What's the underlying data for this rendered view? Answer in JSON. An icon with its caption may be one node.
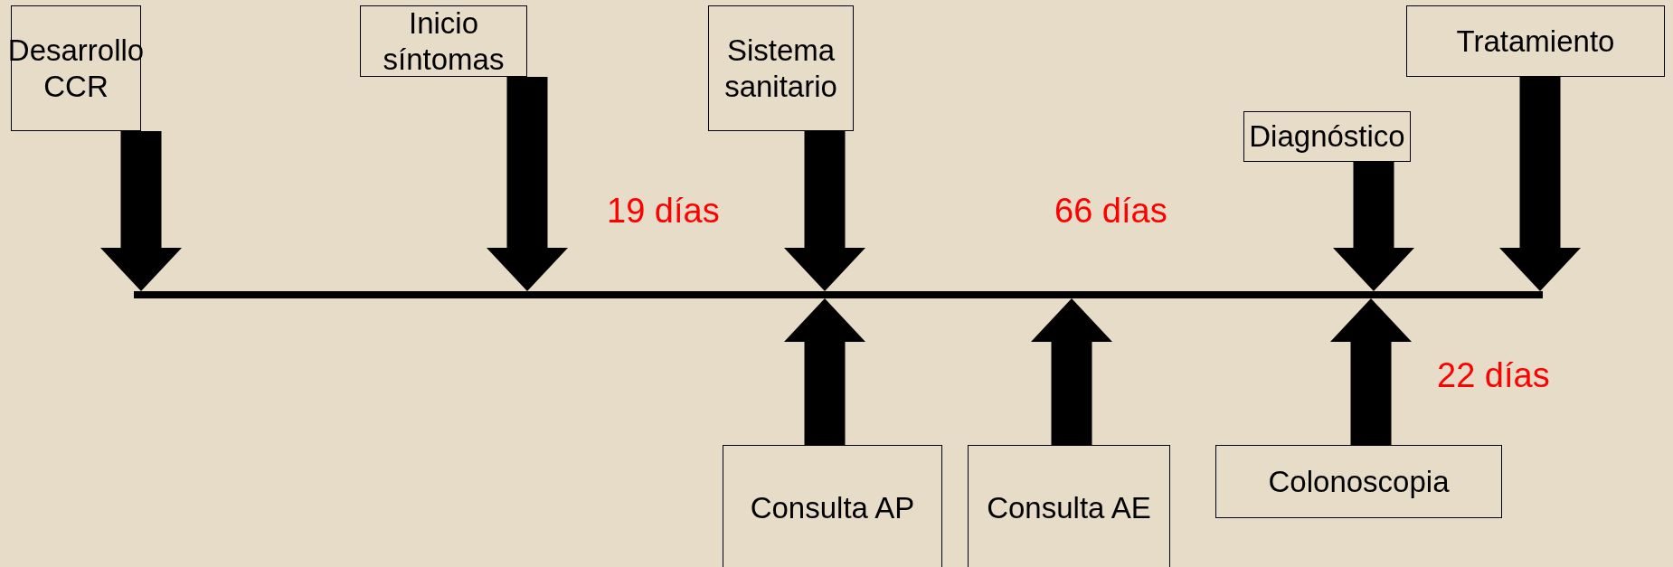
{
  "diagram": {
    "nodes": [
      {
        "text": [
          "Desarrollo CCR"
        ]
      },
      {
        "text": [
          "Inicio síntomas"
        ]
      },
      {
        "text": [
          "Sistema sanitario"
        ]
      },
      {
        "text": [
          "Diagnóstico"
        ]
      },
      {
        "text": [
          "Tratamiento"
        ]
      },
      {
        "text": [],
        "shape": "bar"
      },
      {
        "text": [
          "Consulta AP"
        ]
      },
      {
        "text": [
          "Consulta AE"
        ]
      },
      {
        "text": [
          "Colonoscopia"
        ]
      }
    ],
    "edges": [
      {
        "from": 0,
        "to": 5,
        "arrow": "to"
      },
      {
        "from": 1,
        "to": 5,
        "arrow": "to"
      },
      {
        "from": 2,
        "to": 5,
        "arrow": "to"
      },
      {
        "from": 3,
        "to": 5,
        "arrow": "to"
      },
      {
        "from": 4,
        "to": 5,
        "arrow": "to"
      },
      {
        "from": 6,
        "to": 5,
        "arrow": "to"
      },
      {
        "from": 7,
        "to": 5,
        "arrow": "to"
      },
      {
        "from": 8,
        "to": 5,
        "arrow": "to"
      }
    ],
    "labels": [
      "19 días",
      "66 días",
      "22 días"
    ]
  }
}
